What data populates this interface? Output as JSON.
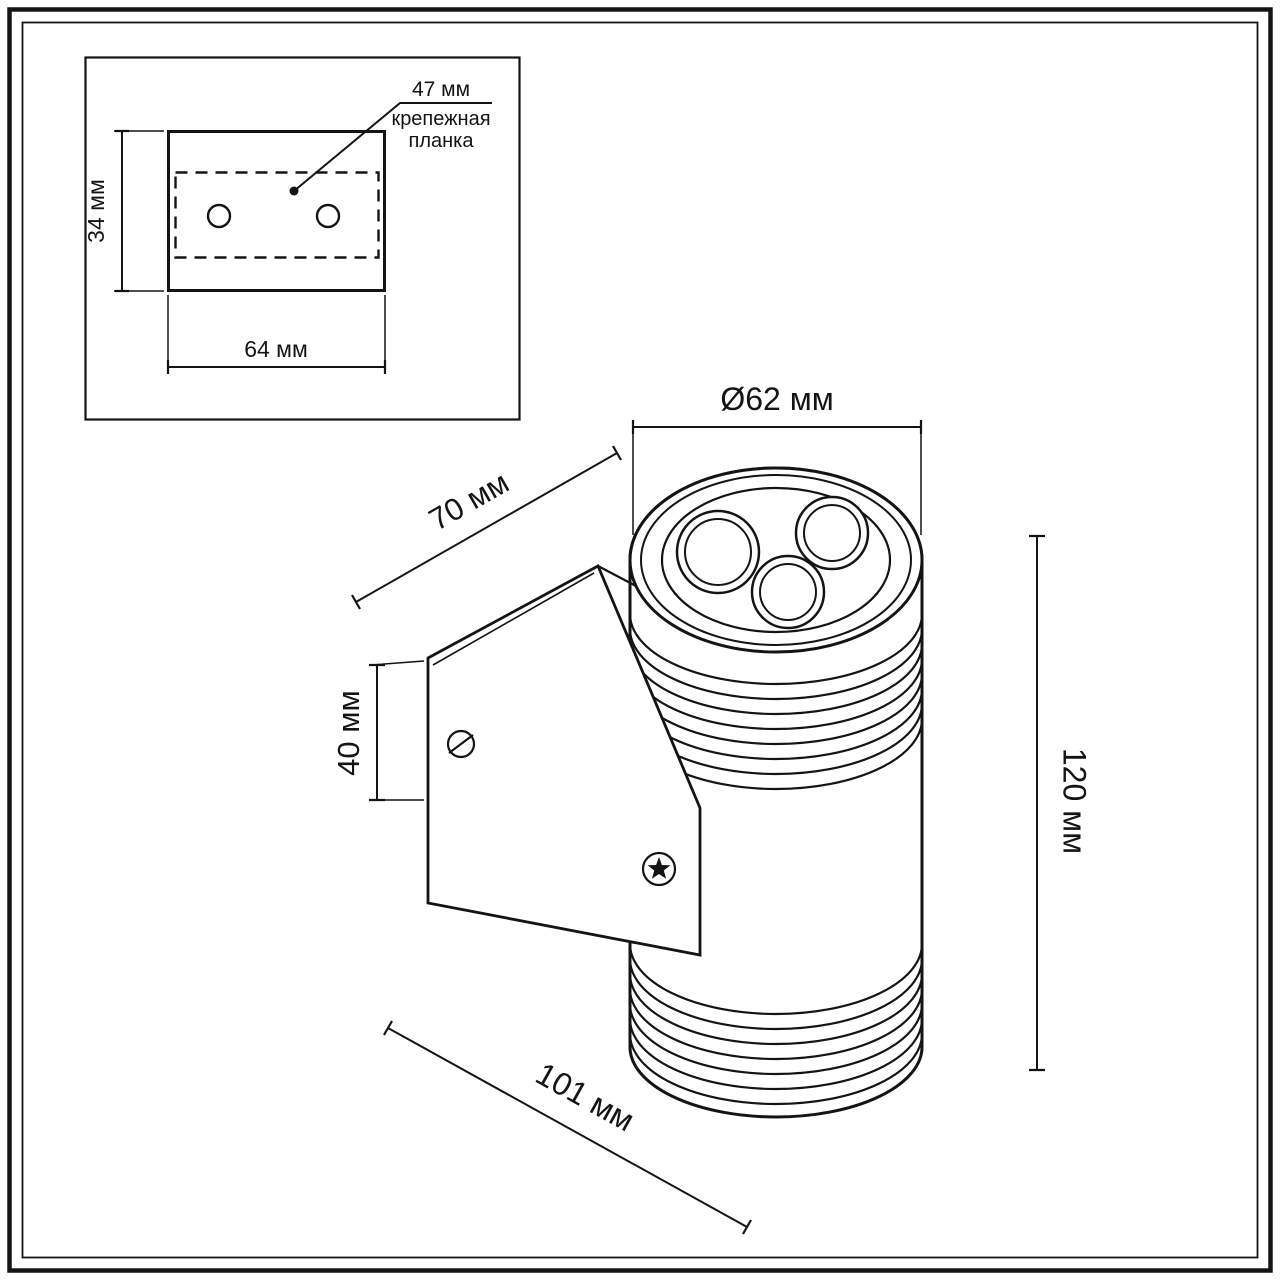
{
  "inset": {
    "callout_value": "47 мм",
    "callout_label_line1": "крепежная",
    "callout_label_line2": "планка",
    "dim_height": "34 мм",
    "dim_width": "64 мм"
  },
  "fixture": {
    "dim_diameter": "Ø62 мм",
    "dim_depth": "70 мм",
    "dim_bracket": "40 мм",
    "dim_height": "120 мм",
    "dim_length": "101 мм"
  },
  "colors": {
    "ink": "#141414",
    "background": "#ffffff"
  }
}
